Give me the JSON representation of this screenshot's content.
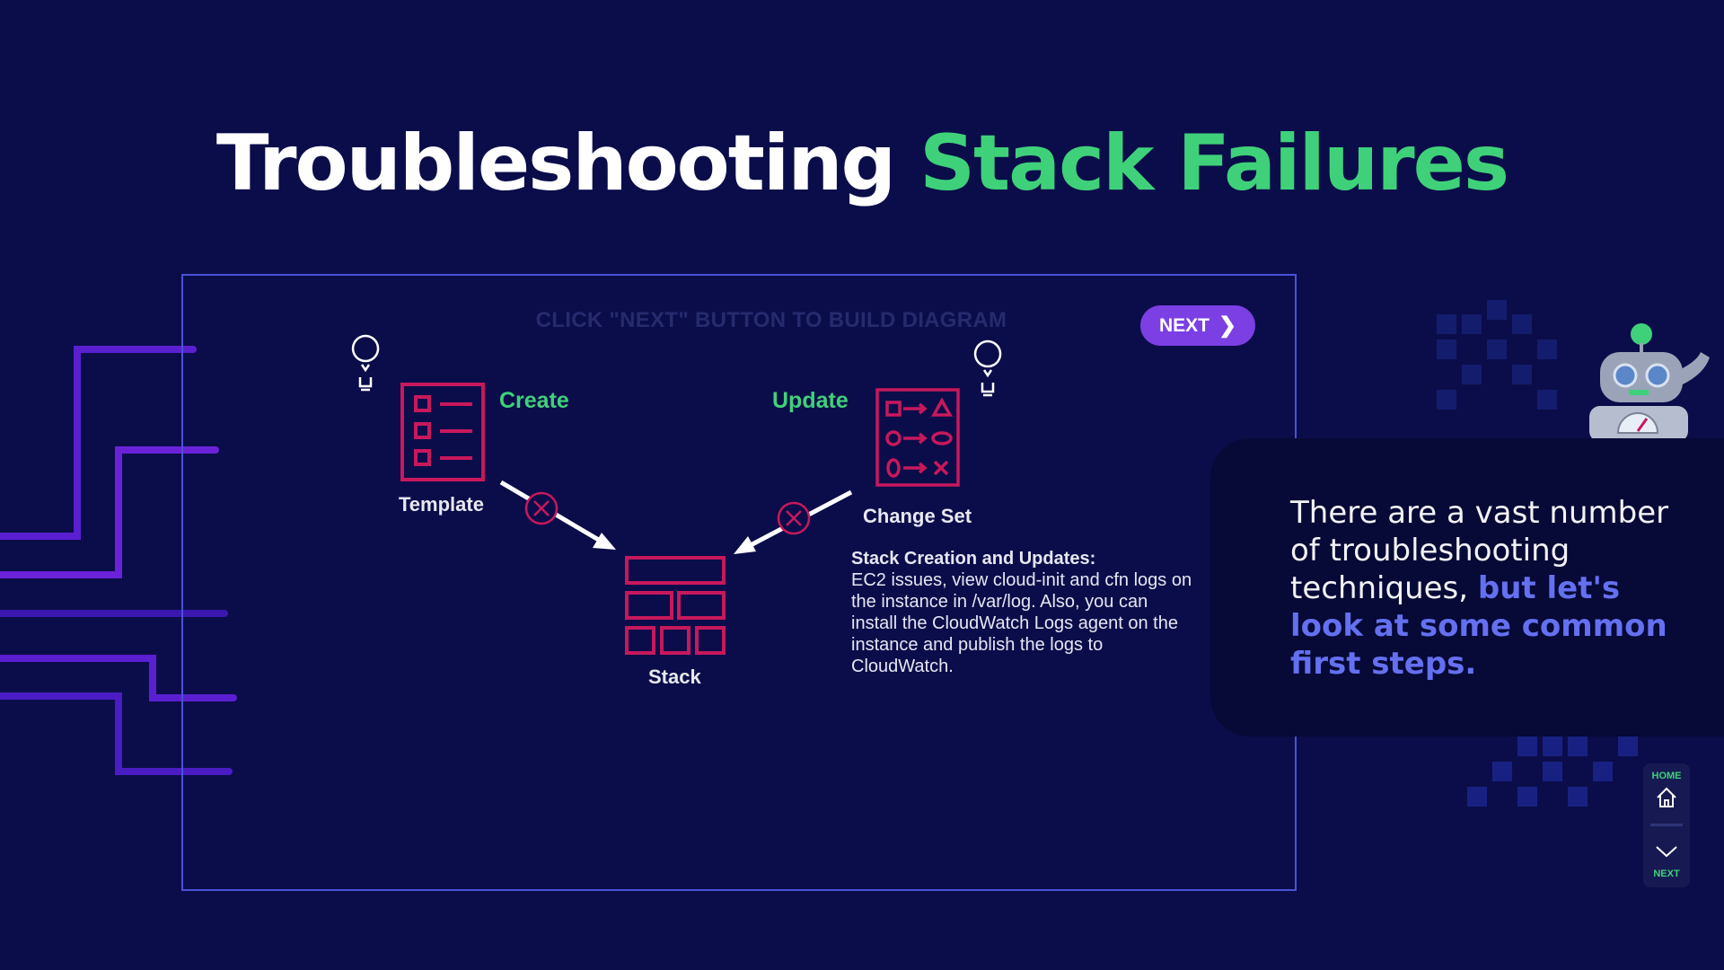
{
  "title": {
    "part1": "Troubleshooting",
    "part2": "Stack Failures"
  },
  "diagram": {
    "hint": "CLICK \"NEXT\" BUTTON TO BUILD DIAGRAM",
    "next_label": "NEXT",
    "create_label": "Create",
    "update_label": "Update",
    "template_label": "Template",
    "change_set_label": "Change Set",
    "stack_label": "Stack",
    "note_heading": "Stack Creation and Updates:",
    "note_body": "EC2 issues, view cloud-init and cfn logs on the instance in /var/log. Also, you can install the CloudWatch Logs agent on the instance and publish the logs to CloudWatch."
  },
  "bubble": {
    "plain": "There are a vast number of troubleshooting techniques, ",
    "highlight": "but let's look at some common first steps."
  },
  "nav": {
    "home_label": "HOME",
    "next_label": "NEXT"
  },
  "colors": {
    "accent_green": "#3fd17a",
    "accent_purple": "#7b3fe4",
    "icon_pink": "#c8185c",
    "highlight_blue": "#6470f0"
  }
}
